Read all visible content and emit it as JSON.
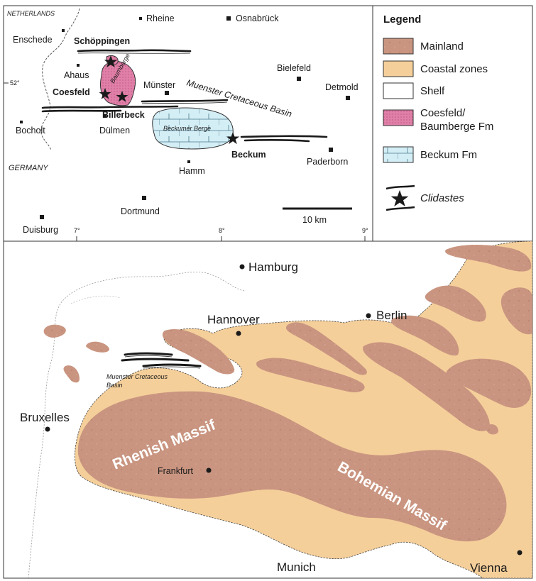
{
  "top_map": {
    "labels": {
      "netherlands": "NETHERLANDS",
      "germany": "GERMANY",
      "lat_52": "52°",
      "lon_7": "7°",
      "lon_8": "8°",
      "lon_9": "9°",
      "basin": "Muenster Cretaceous Basin",
      "beckumer_berge": "Beckumer Berge",
      "baumberge": "Baumberge"
    },
    "cities": {
      "rheine": "Rheine",
      "osnabrueck": "Osnabrück",
      "enschede": "Enschede",
      "schoeppingen": "Schöppingen",
      "ahaus": "Ahaus",
      "coesfeld": "Coesfeld",
      "muenster": "Münster",
      "bielefeld": "Bielefeld",
      "detmold": "Detmold",
      "billerbeck": "Billerbeck",
      "bocholt": "Bocholt",
      "duelmen": "Dülmen",
      "beckum": "Beckum",
      "paderborn": "Paderborn",
      "hamm": "Hamm",
      "dortmund": "Dortmund",
      "duisburg": "Duisburg"
    },
    "scale_label": "10 km"
  },
  "legend": {
    "title": "Legend",
    "items": [
      {
        "label": "Mainland",
        "color": "#c99580"
      },
      {
        "label": "Coastal zones",
        "color": "#f5cf9a"
      },
      {
        "label": "Shelf",
        "color": "#ffffff"
      },
      {
        "label_line1": "Coesfeld/",
        "label_line2": "Baumberge Fm",
        "color": "#e080a8"
      },
      {
        "label": "Beckum Fm",
        "color": "#d4eef6"
      },
      {
        "label": "Clidastes",
        "symbol": "star"
      }
    ]
  },
  "bottom_map": {
    "cities": {
      "hamburg": "Hamburg",
      "hannover": "Hannover",
      "berlin": "Berlin",
      "bruxelles": "Bruxelles",
      "frankfurt": "Frankfurt",
      "munich": "Munich",
      "vienna": "Vienna"
    },
    "basin_line1": "Muenster Cretaceous",
    "basin_line2": "Basin",
    "rhenish": "Rhenish Massif",
    "bohemian": "Bohemian Massif"
  },
  "colors": {
    "mainland": "#c99580",
    "coastal": "#f5cf9a",
    "pink": "#e080a8",
    "beckum": "#d4eef6",
    "line": "#1a1a1a"
  }
}
